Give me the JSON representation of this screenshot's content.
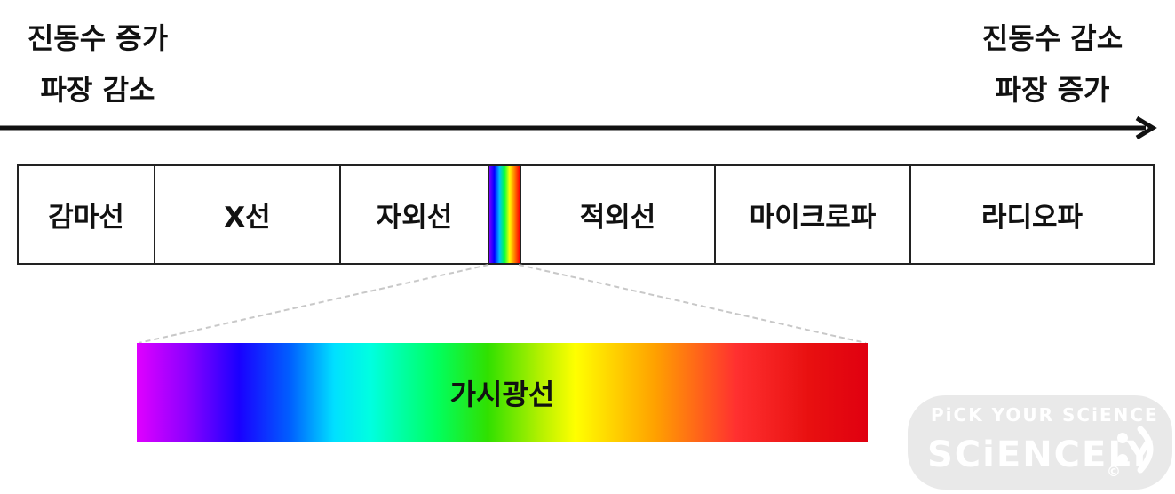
{
  "left_label": {
    "line1": "진동수 증가",
    "line2": "파장 감소"
  },
  "right_label": {
    "line1": "진동수 감소",
    "line2": "파장 증가"
  },
  "bands": [
    {
      "label": "감마선"
    },
    {
      "label": "X선"
    },
    {
      "label": "자외선"
    },
    {
      "label": ""
    },
    {
      "label": "적외선"
    },
    {
      "label": "마이크로파"
    },
    {
      "label": "라디오파"
    }
  ],
  "visible_label": "가시광선",
  "watermark": {
    "tagline": "PiCK YOUR SCiENCE",
    "brand": "SCiENCELY",
    "copyright": "©"
  },
  "colors": {
    "text": "#111111",
    "arrow": "#111111",
    "border": "#222222",
    "zoom_line": "#c8c8c8",
    "watermark_bg": "#e6e6e6"
  }
}
